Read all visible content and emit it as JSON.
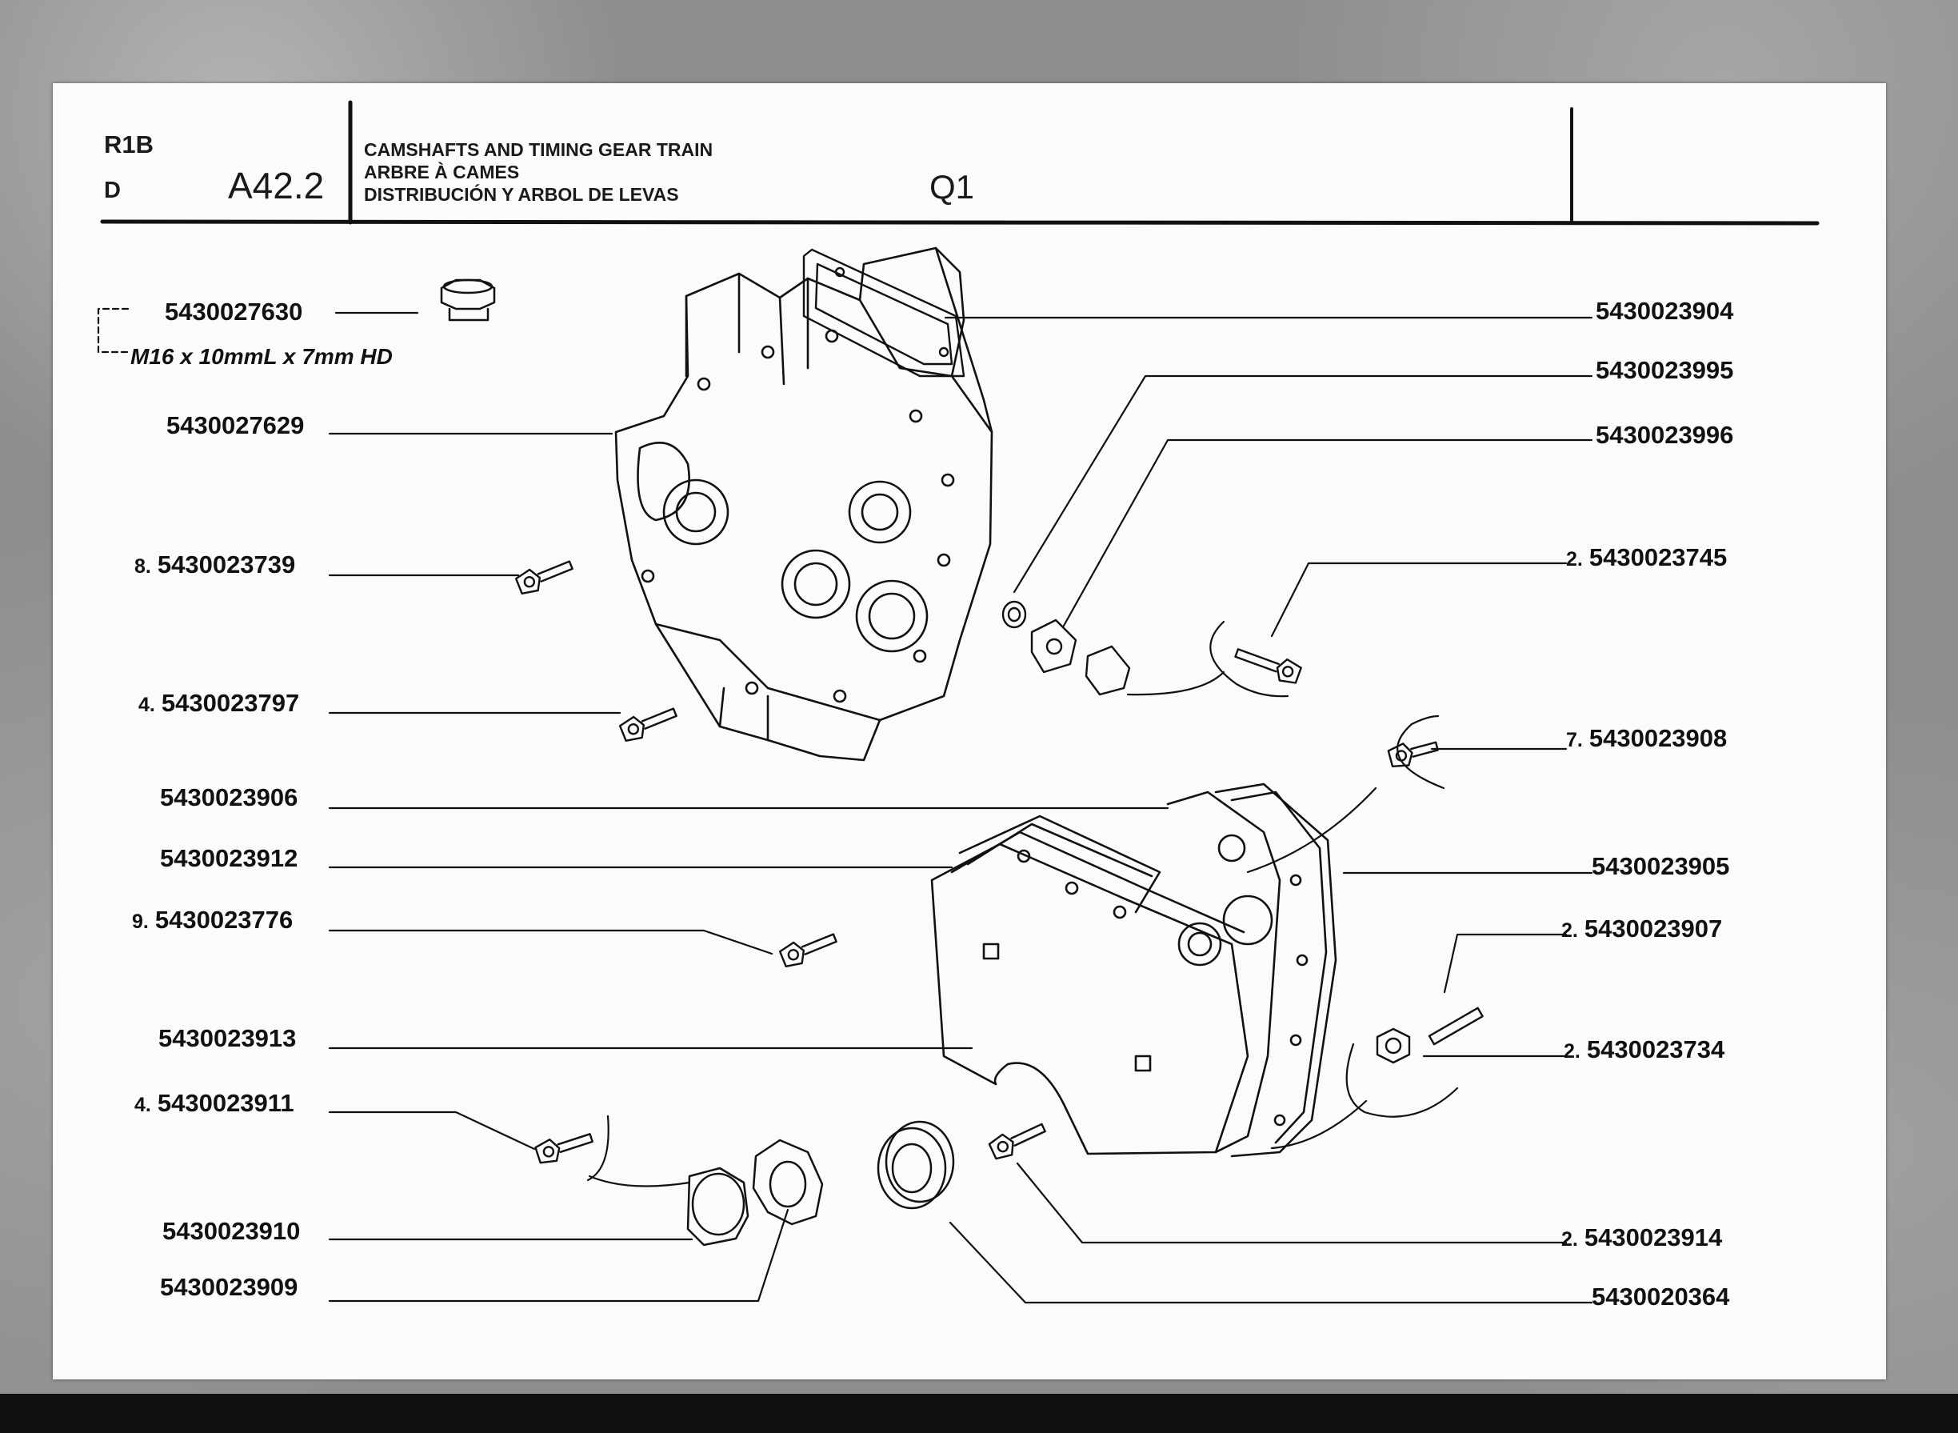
{
  "header": {
    "model": "R1B",
    "variant": "D",
    "section": "A42.2",
    "titles": [
      "CAMSHAFTS AND TIMING GEAR TRAIN",
      "ARBRE À CAMES",
      "DISTRIBUCIÓN Y ARBOL DE LEVAS"
    ],
    "page_code": "Q1"
  },
  "spec_note": "M16 x 10mmL x 7mm HD",
  "parts_left": [
    {
      "qty": "",
      "code": "5430027630"
    },
    {
      "qty": "",
      "code": "5430027629"
    },
    {
      "qty": "8.",
      "code": "5430023739"
    },
    {
      "qty": "4.",
      "code": "5430023797"
    },
    {
      "qty": "",
      "code": "5430023906"
    },
    {
      "qty": "",
      "code": "5430023912"
    },
    {
      "qty": "9.",
      "code": "5430023776"
    },
    {
      "qty": "",
      "code": "5430023913"
    },
    {
      "qty": "4.",
      "code": "5430023911"
    },
    {
      "qty": "",
      "code": "5430023910"
    },
    {
      "qty": "",
      "code": "5430023909"
    }
  ],
  "parts_right": [
    {
      "qty": "",
      "code": "5430023904"
    },
    {
      "qty": "",
      "code": "5430023995"
    },
    {
      "qty": "",
      "code": "5430023996"
    },
    {
      "qty": "2.",
      "code": "5430023745"
    },
    {
      "qty": "7.",
      "code": "5430023908"
    },
    {
      "qty": "",
      "code": "5430023905"
    },
    {
      "qty": "2.",
      "code": "5430023907"
    },
    {
      "qty": "2.",
      "code": "5430023734"
    },
    {
      "qty": "2.",
      "code": "5430023914"
    },
    {
      "qty": "",
      "code": "5430020364"
    }
  ],
  "colors": {
    "ink": "#111111",
    "paper": "#fbfbf9",
    "border": "#8d8e90"
  }
}
